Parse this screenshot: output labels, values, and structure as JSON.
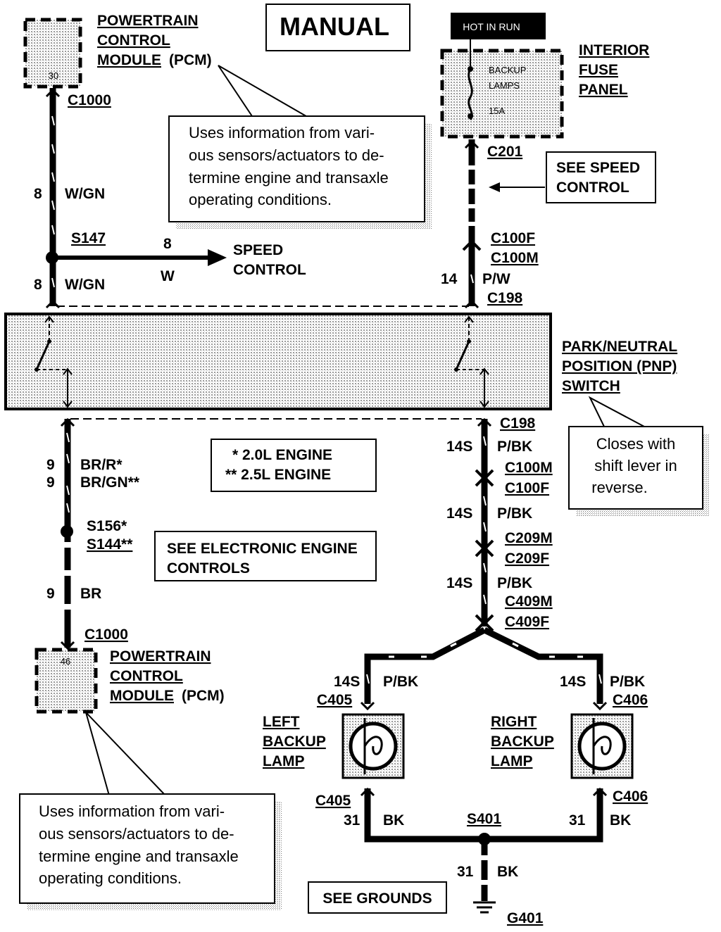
{
  "title": "MANUAL",
  "hot_in_run": "HOT IN RUN",
  "pcm_top": {
    "line1": "POWERTRAIN",
    "line2": "CONTROL",
    "line3": "MODULE",
    "suffix": "(PCM)",
    "pin": "30",
    "connector": "C1000"
  },
  "pcm_bottom": {
    "line1": "POWERTRAIN",
    "line2": "CONTROL",
    "line3": "MODULE",
    "suffix": "(PCM)",
    "pin": "46",
    "connector": "C1000"
  },
  "note_top": [
    "Uses information from vari-",
    "ous sensors/actuators to de-",
    "termine engine and transaxle",
    "operating conditions."
  ],
  "note_bottom": [
    "Uses information from vari-",
    "ous sensors/actuators to de-",
    "termine engine and transaxle",
    "operating conditions."
  ],
  "fuse_panel": {
    "line1": "INTERIOR",
    "line2": "FUSE",
    "line3": "PANEL",
    "fuse_line1": "BACKUP",
    "fuse_line2": "LAMPS",
    "rating": "15A",
    "connector": "C201"
  },
  "see_speed_control": {
    "line1": "SEE SPEED",
    "line2": "CONTROL"
  },
  "speed_control": {
    "line1": "SPEED",
    "line2": "CONTROL",
    "pin": "8",
    "color": "W"
  },
  "left_circuit": {
    "pin_upper": "8",
    "color_upper": "W/GN",
    "splice": "S147",
    "pin_lower": "8",
    "color_lower": "W/GN",
    "pin_br1": "9",
    "color_br1": "BR/R*",
    "pin_br2": "9",
    "color_br2": "BR/GN**",
    "splice1": "S156*",
    "splice2": "S144**",
    "pin_br": "9",
    "color_br": "BR"
  },
  "right_circuit": {
    "conn_f": "C100F",
    "conn_m": "C100M",
    "pin": "14",
    "color": "P/W",
    "conn_c198_top": "C198",
    "conn_c198_bottom": "C198",
    "pin_pbk1": "14S",
    "color_pbk1": "P/BK",
    "conn_c100m": "C100M",
    "conn_c100f": "C100F",
    "pin_pbk2": "14S",
    "color_pbk2": "P/BK",
    "conn_c209m": "C209M",
    "conn_c209f": "C209F",
    "pin_pbk3": "14S",
    "color_pbk3": "P/BK",
    "conn_c409m": "C409M",
    "conn_c409f": "C409F"
  },
  "pnp_switch": {
    "line1": "PARK/NEUTRAL",
    "line2": "POSITION (PNP)",
    "line3": "SWITCH"
  },
  "pnp_note": [
    "Closes with",
    "shift lever in",
    "reverse."
  ],
  "engine_legend": {
    "line1": "*  2.0L ENGINE",
    "line2": "**  2.5L ENGINE"
  },
  "see_eec": {
    "line1": "SEE ELECTRONIC ENGINE",
    "line2": "CONTROLS"
  },
  "left_lamp": {
    "line1": "LEFT",
    "line2": "BACKUP",
    "line3": "LAMP",
    "pin_top": "14S",
    "color_top": "P/BK",
    "conn_top": "C405",
    "conn_bottom": "C405",
    "pin_bottom": "31",
    "color_bottom": "BK"
  },
  "right_lamp": {
    "line1": "RIGHT",
    "line2": "BACKUP",
    "line3": "LAMP",
    "pin_top": "14S",
    "color_top": "P/BK",
    "conn_top": "C406",
    "conn_bottom": "C406",
    "pin_bottom": "31",
    "color_bottom": "BK"
  },
  "ground": {
    "splice": "S401",
    "pin": "31",
    "color": "BK",
    "see_grounds": "SEE GROUNDS",
    "ground_id": "G401"
  }
}
